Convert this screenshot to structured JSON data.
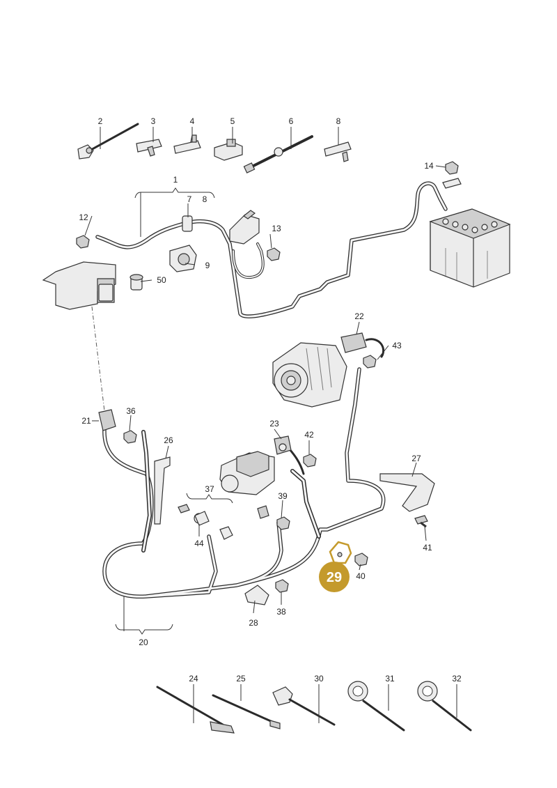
{
  "diagram": {
    "labels": {
      "l1": "1",
      "l2": "2",
      "l3": "3",
      "l4": "4",
      "l5": "5",
      "l6": "6",
      "l7": "7",
      "l8": "8",
      "l9": "9",
      "l12": "12",
      "l13": "13",
      "l14": "14",
      "l20": "20",
      "l21": "21",
      "l22": "22",
      "l23": "23",
      "l24": "24",
      "l25": "25",
      "l26": "26",
      "l27": "27",
      "l28": "28",
      "l29": "29",
      "l30": "30",
      "l31": "31",
      "l32": "32",
      "l36": "36",
      "l37": "37",
      "l38": "38",
      "l39": "39",
      "l40": "40",
      "l41": "41",
      "l42": "42",
      "l43": "43",
      "l44": "44",
      "l50": "50"
    },
    "highlight_color": "#c49a2c"
  }
}
